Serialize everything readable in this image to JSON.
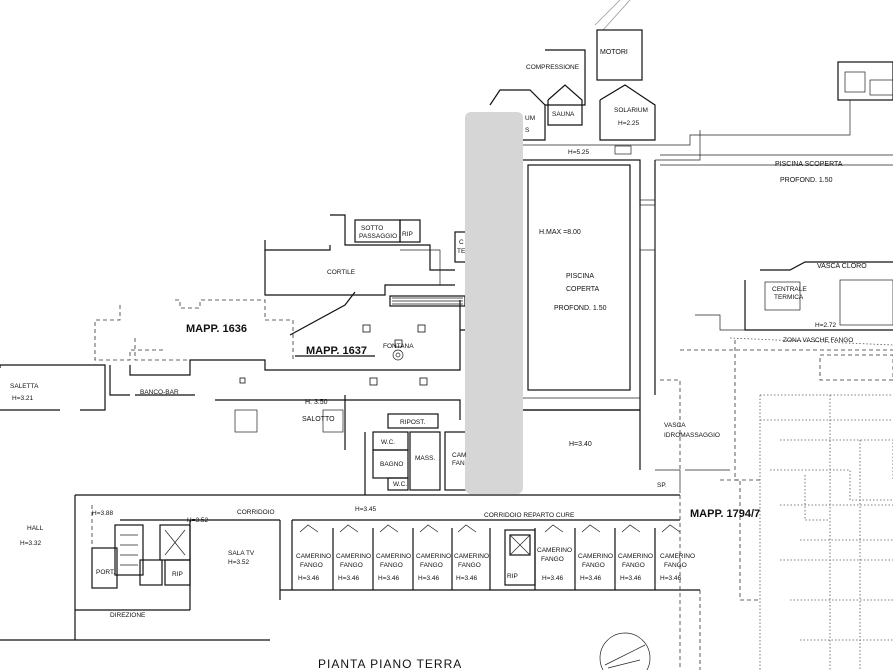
{
  "plan": {
    "title": "PIANTA PIANO TERRA",
    "parcels": {
      "mapp_1636": "MAPP. 1636",
      "mapp_1637": "MAPP. 1637",
      "mapp_1794": "MAPP. 1794/7"
    },
    "rooms": {
      "motori": "MOTORI",
      "compressione": "COMPRESSIONE",
      "sauna": "SAUNA",
      "solarium": "SOLARIUM",
      "solarium_h": "H=2.25",
      "partial_um": "UM",
      "partial_s": "S",
      "h_525": "H=5.25",
      "piscina_scoperta": "PISCINA SCOPERTA",
      "profond_150_a": "PROFOND. 1.50",
      "sotto_passaggio_1": "SOTTO",
      "sotto_passaggio_2": "PASSAGGIO",
      "rip_top": "RIP",
      "partial_c": "C",
      "partial_te": "TE",
      "cortile": "CORTILE",
      "hmax": "H.MAX =8.00",
      "piscina_coperta_1": "PISCINA",
      "piscina_coperta_2": "COPERTA",
      "profond_150_b": "PROFOND. 1.50",
      "vasca_cloro": "VASCA CLORO",
      "centrale_termica_1": "CENTRALE",
      "centrale_termica_2": "TERMICA",
      "h_272": "H=2.72",
      "zona_vasche_fango": "ZONA VASCHE FANGO",
      "fontana": "FONTANA",
      "saletta": "SALETTA",
      "saletta_h": "H=3.21",
      "banco_bar": "BANCO-BAR",
      "h_350": "H. 3.50",
      "salotto": "SALOTTO",
      "ripost": "RIPOST.",
      "wc_1": "W.C.",
      "bagno": "BAGNO",
      "wc_2": "W.C.",
      "mass": "MASS.",
      "cam_1": "CAM",
      "cam_2": "FAN",
      "h_340": "H=3.40",
      "vasca": "VASCA",
      "idromassaggio": "IDROMASSAGGIO",
      "sp": "SP.",
      "hall": "HALL",
      "hall_h": "H=3.32",
      "h_388": "H=3.88",
      "h_352_a": "H=3.52",
      "corridoio": "CORRIDOIO",
      "h_345": "H=3.45",
      "corridoio_reparto": "CORRIDOIO REPARTO CURE",
      "sala_tv": "SALA TV",
      "h_352_b": "H=3.52",
      "port": "PORT.",
      "rip_a": "RIP",
      "rip_b": "RIP",
      "direzione": "DIREZIONE"
    },
    "camerini": [
      {
        "label_1": "CAMERINO",
        "label_2": "FANGO",
        "h": "H=3.46"
      },
      {
        "label_1": "CAMERINO",
        "label_2": "FANGO",
        "h": "H=3.46"
      },
      {
        "label_1": "CAMERINO",
        "label_2": "FANGO",
        "h": "H=3.46"
      },
      {
        "label_1": "CAMERINO",
        "label_2": "FANGO",
        "h": "H=3.46"
      },
      {
        "label_1": "CAMERINO",
        "label_2": "FANGO",
        "h": "H=3.46"
      },
      {
        "label_1": "CAMERINO",
        "label_2": "FANGO",
        "h": "H=3.46"
      },
      {
        "label_1": "CAMERINO",
        "label_2": "FANGO",
        "h": "H=3.46"
      },
      {
        "label_1": "CAMERINO",
        "label_2": "FANGO",
        "h": "H=3.46"
      },
      {
        "label_1": "CAMERINO",
        "label_2": "FANGO",
        "h": "H=3.46"
      }
    ]
  }
}
